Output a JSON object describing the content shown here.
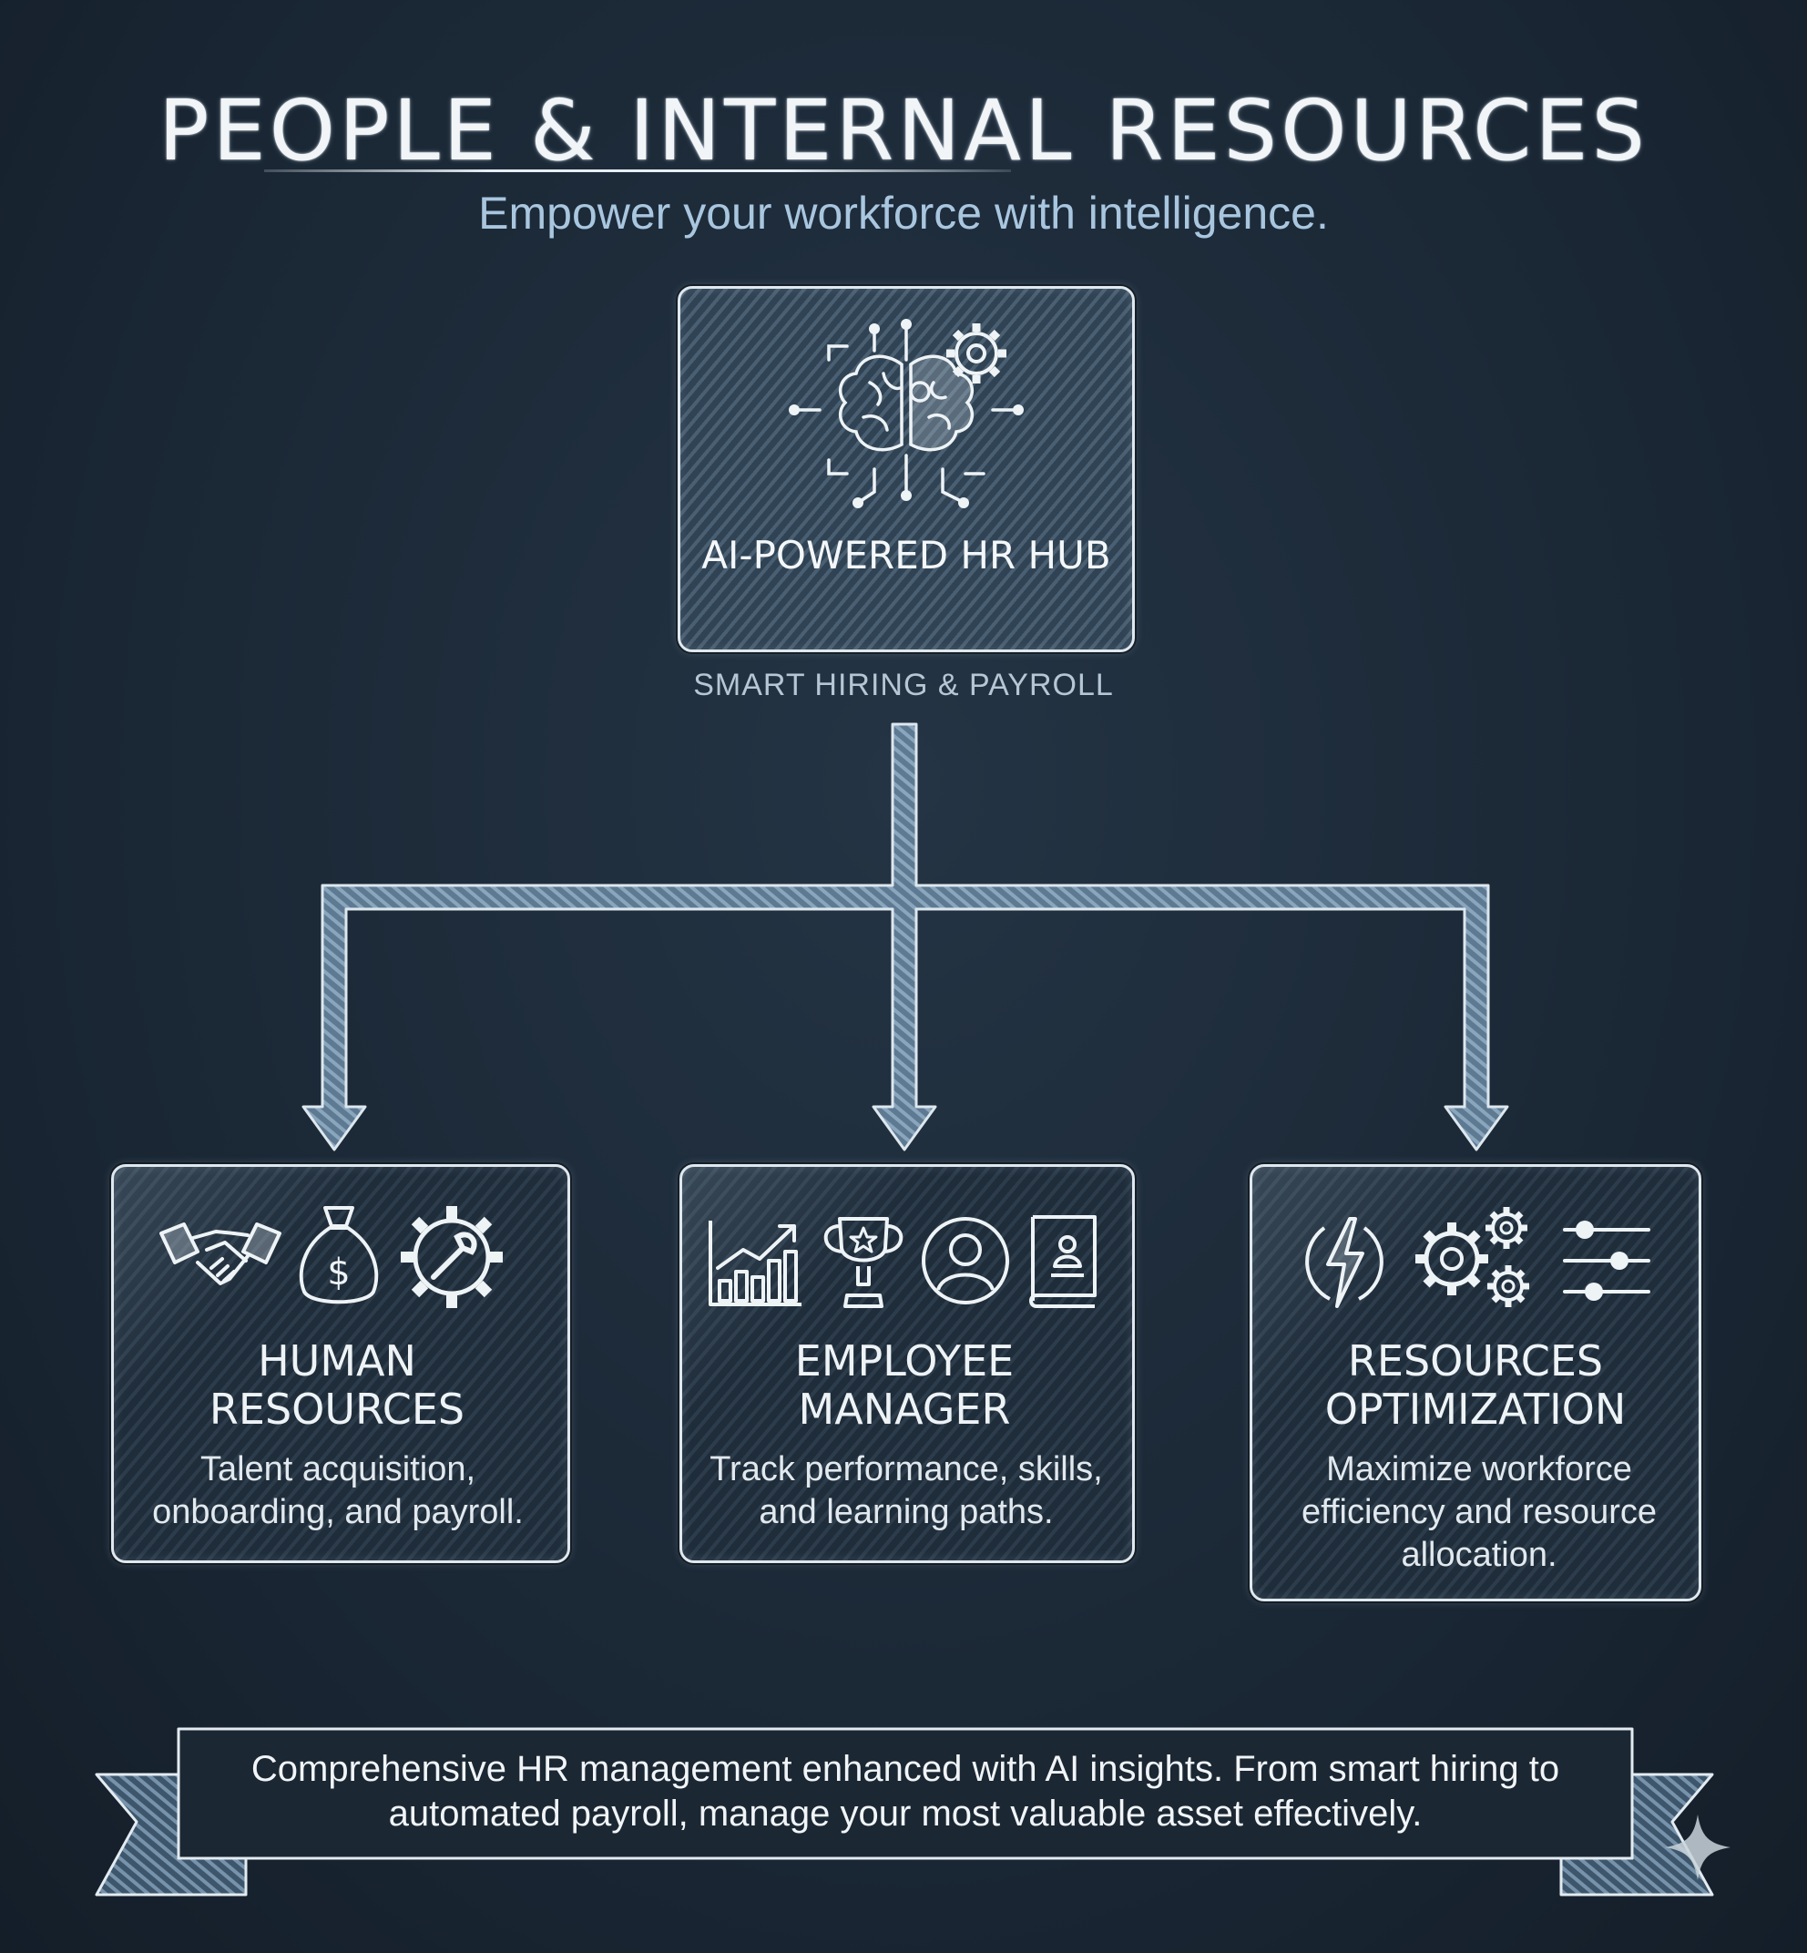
{
  "header": {
    "title": "PEOPLE & INTERNAL RESOURCES",
    "subtitle": "Empower your workforce with intelligence."
  },
  "hub": {
    "title": "AI-POWERED HR HUB",
    "subtitle": "SMART HIRING & PAYROLL",
    "icon": "ai-brain-circuit-gear-icon"
  },
  "cards": [
    {
      "title": "HUMAN RESOURCES",
      "description": "Talent acquisition, onboarding, and payroll.",
      "icons": [
        "handshake-icon",
        "money-bag-icon",
        "gear-wrench-icon"
      ]
    },
    {
      "title": "EMPLOYEE MANAGER",
      "description": "Track performance, skills, and learning paths.",
      "icons": [
        "growth-chart-icon",
        "trophy-icon",
        "user-profile-icon",
        "book-icon"
      ]
    },
    {
      "title": "RESOURCES OPTIMIZATION",
      "description": "Maximize workforce efficiency and resource allocation.",
      "icons": [
        "lightning-bolt-icon",
        "gears-icon",
        "sliders-icon"
      ]
    }
  ],
  "footer": {
    "text": "Comprehensive HR management enhanced with AI insights. From smart hiring to automated payroll, manage your most valuable asset effectively."
  },
  "colors": {
    "background": "#1b2836",
    "chalk": "#e6eef4",
    "accent": "#a9c6df",
    "arrow_fill": "#6e8ba3"
  }
}
